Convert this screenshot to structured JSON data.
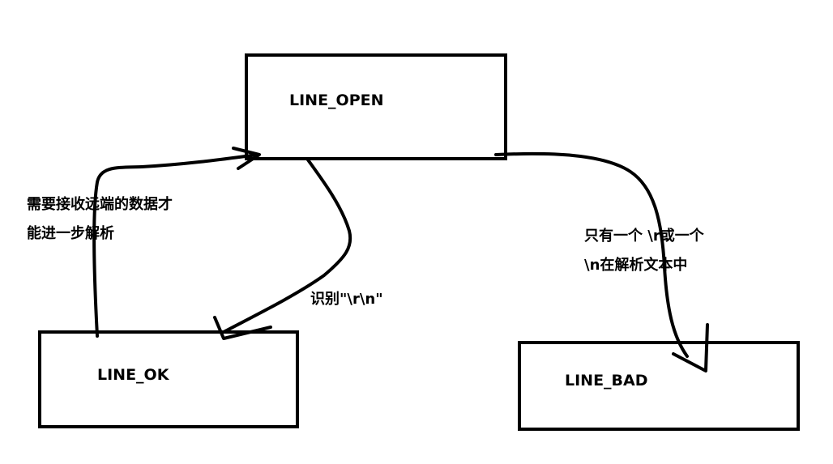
{
  "diagram": {
    "states": {
      "open": "LINE_OPEN",
      "ok": "LINE_OK",
      "bad": "LINE_BAD"
    },
    "notes": {
      "need_data_line1": "需要接收远端的数据才",
      "need_data_line2": "能进一步解析",
      "recognize": "识别\"\\r\\n\"",
      "bad_line1": "只有一个 \\r或一个",
      "bad_line2": "\\n在解析文本中"
    },
    "colors": {
      "ink": "#000000",
      "background": "#ffffff"
    }
  }
}
